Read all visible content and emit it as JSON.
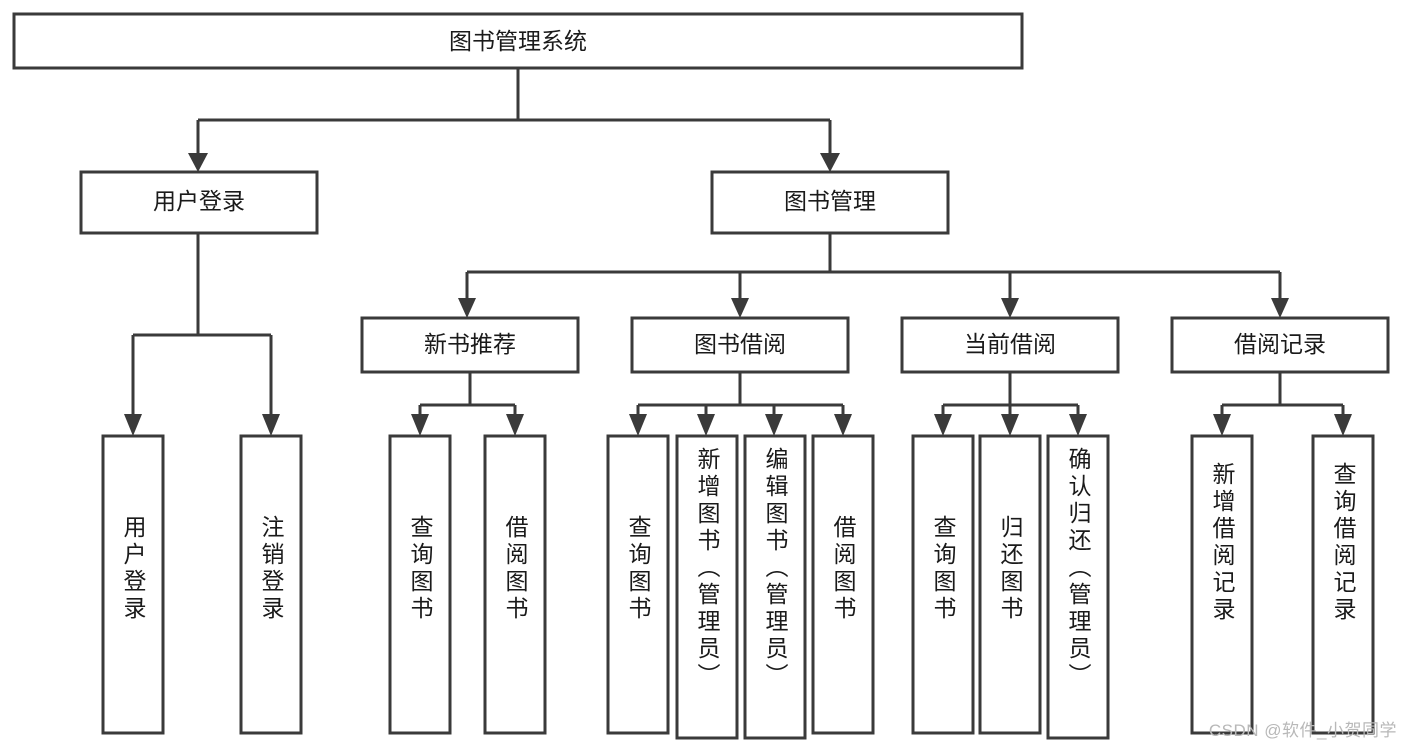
{
  "diagram": {
    "type": "tree-hierarchy",
    "title": "图书管理系统",
    "watermark": "CSDN @软件_小贺同学",
    "colors": {
      "box_stroke": "#3a3a3a",
      "box_fill": "#ffffff",
      "text": "#1a1a1a",
      "background": "#ffffff",
      "watermark": "#b8b8b8"
    },
    "root": {
      "label": "图书管理系统",
      "level": 0
    },
    "level1": [
      {
        "label": "用户登录"
      },
      {
        "label": "图书管理"
      }
    ],
    "level2": [
      {
        "label": "新书推荐",
        "parent": "图书管理"
      },
      {
        "label": "图书借阅",
        "parent": "图书管理"
      },
      {
        "label": "当前借阅",
        "parent": "图书管理"
      },
      {
        "label": "借阅记录",
        "parent": "图书管理"
      }
    ],
    "leaves": {
      "用户登录": [
        {
          "label": "用户登录"
        },
        {
          "label": "注销登录"
        }
      ],
      "新书推荐": [
        {
          "label": "查询图书"
        },
        {
          "label": "借阅图书"
        }
      ],
      "图书借阅": [
        {
          "label": "查询图书"
        },
        {
          "label": "新增图书（管理员）"
        },
        {
          "label": "编辑图书（管理员）"
        },
        {
          "label": "借阅图书"
        }
      ],
      "当前借阅": [
        {
          "label": "查询图书"
        },
        {
          "label": "归还图书"
        },
        {
          "label": "确认归还（管理员）"
        }
      ],
      "借阅记录": [
        {
          "label": "新增借阅记录"
        },
        {
          "label": "查询借阅记录"
        }
      ]
    }
  }
}
